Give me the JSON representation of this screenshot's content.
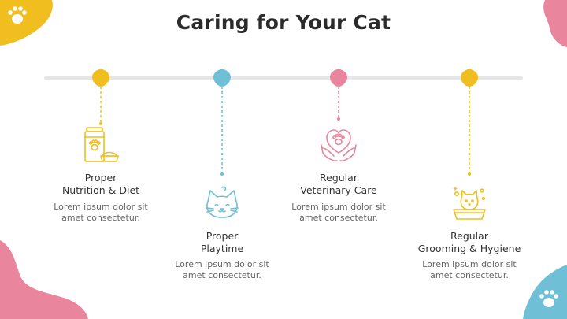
{
  "slide": {
    "title": "Caring for Your Cat",
    "colors": {
      "yellow": "#F0BF1F",
      "blue": "#6FC0D6",
      "pink": "#E9869E",
      "track": "#E6E6E6",
      "title": "#2B2B2B"
    },
    "steps": [
      {
        "title_line1": "Proper",
        "title_line2": "Nutrition & Diet",
        "desc_line1": "Lorem ipsum dolor sit",
        "desc_line2": "amet consectetur.",
        "icon": "cat-food-icon",
        "color": "#F0BF1F"
      },
      {
        "title_line1": "Proper",
        "title_line2": "Playtime",
        "desc_line1": "Lorem ipsum dolor sit",
        "desc_line2": "amet consectetur.",
        "icon": "cat-face-icon",
        "color": "#6FC0D6"
      },
      {
        "title_line1": "Regular",
        "title_line2": "Veterinary Care",
        "desc_line1": "Lorem ipsum dolor sit",
        "desc_line2": "amet consectetur.",
        "icon": "heart-hands-paw-icon",
        "color": "#E9869E"
      },
      {
        "title_line1": "Regular",
        "title_line2": "Grooming & Hygiene",
        "desc_line1": "Lorem ipsum dolor sit",
        "desc_line2": "amet consectetur.",
        "icon": "cat-bath-icon",
        "color": "#F0BF1F"
      }
    ]
  }
}
